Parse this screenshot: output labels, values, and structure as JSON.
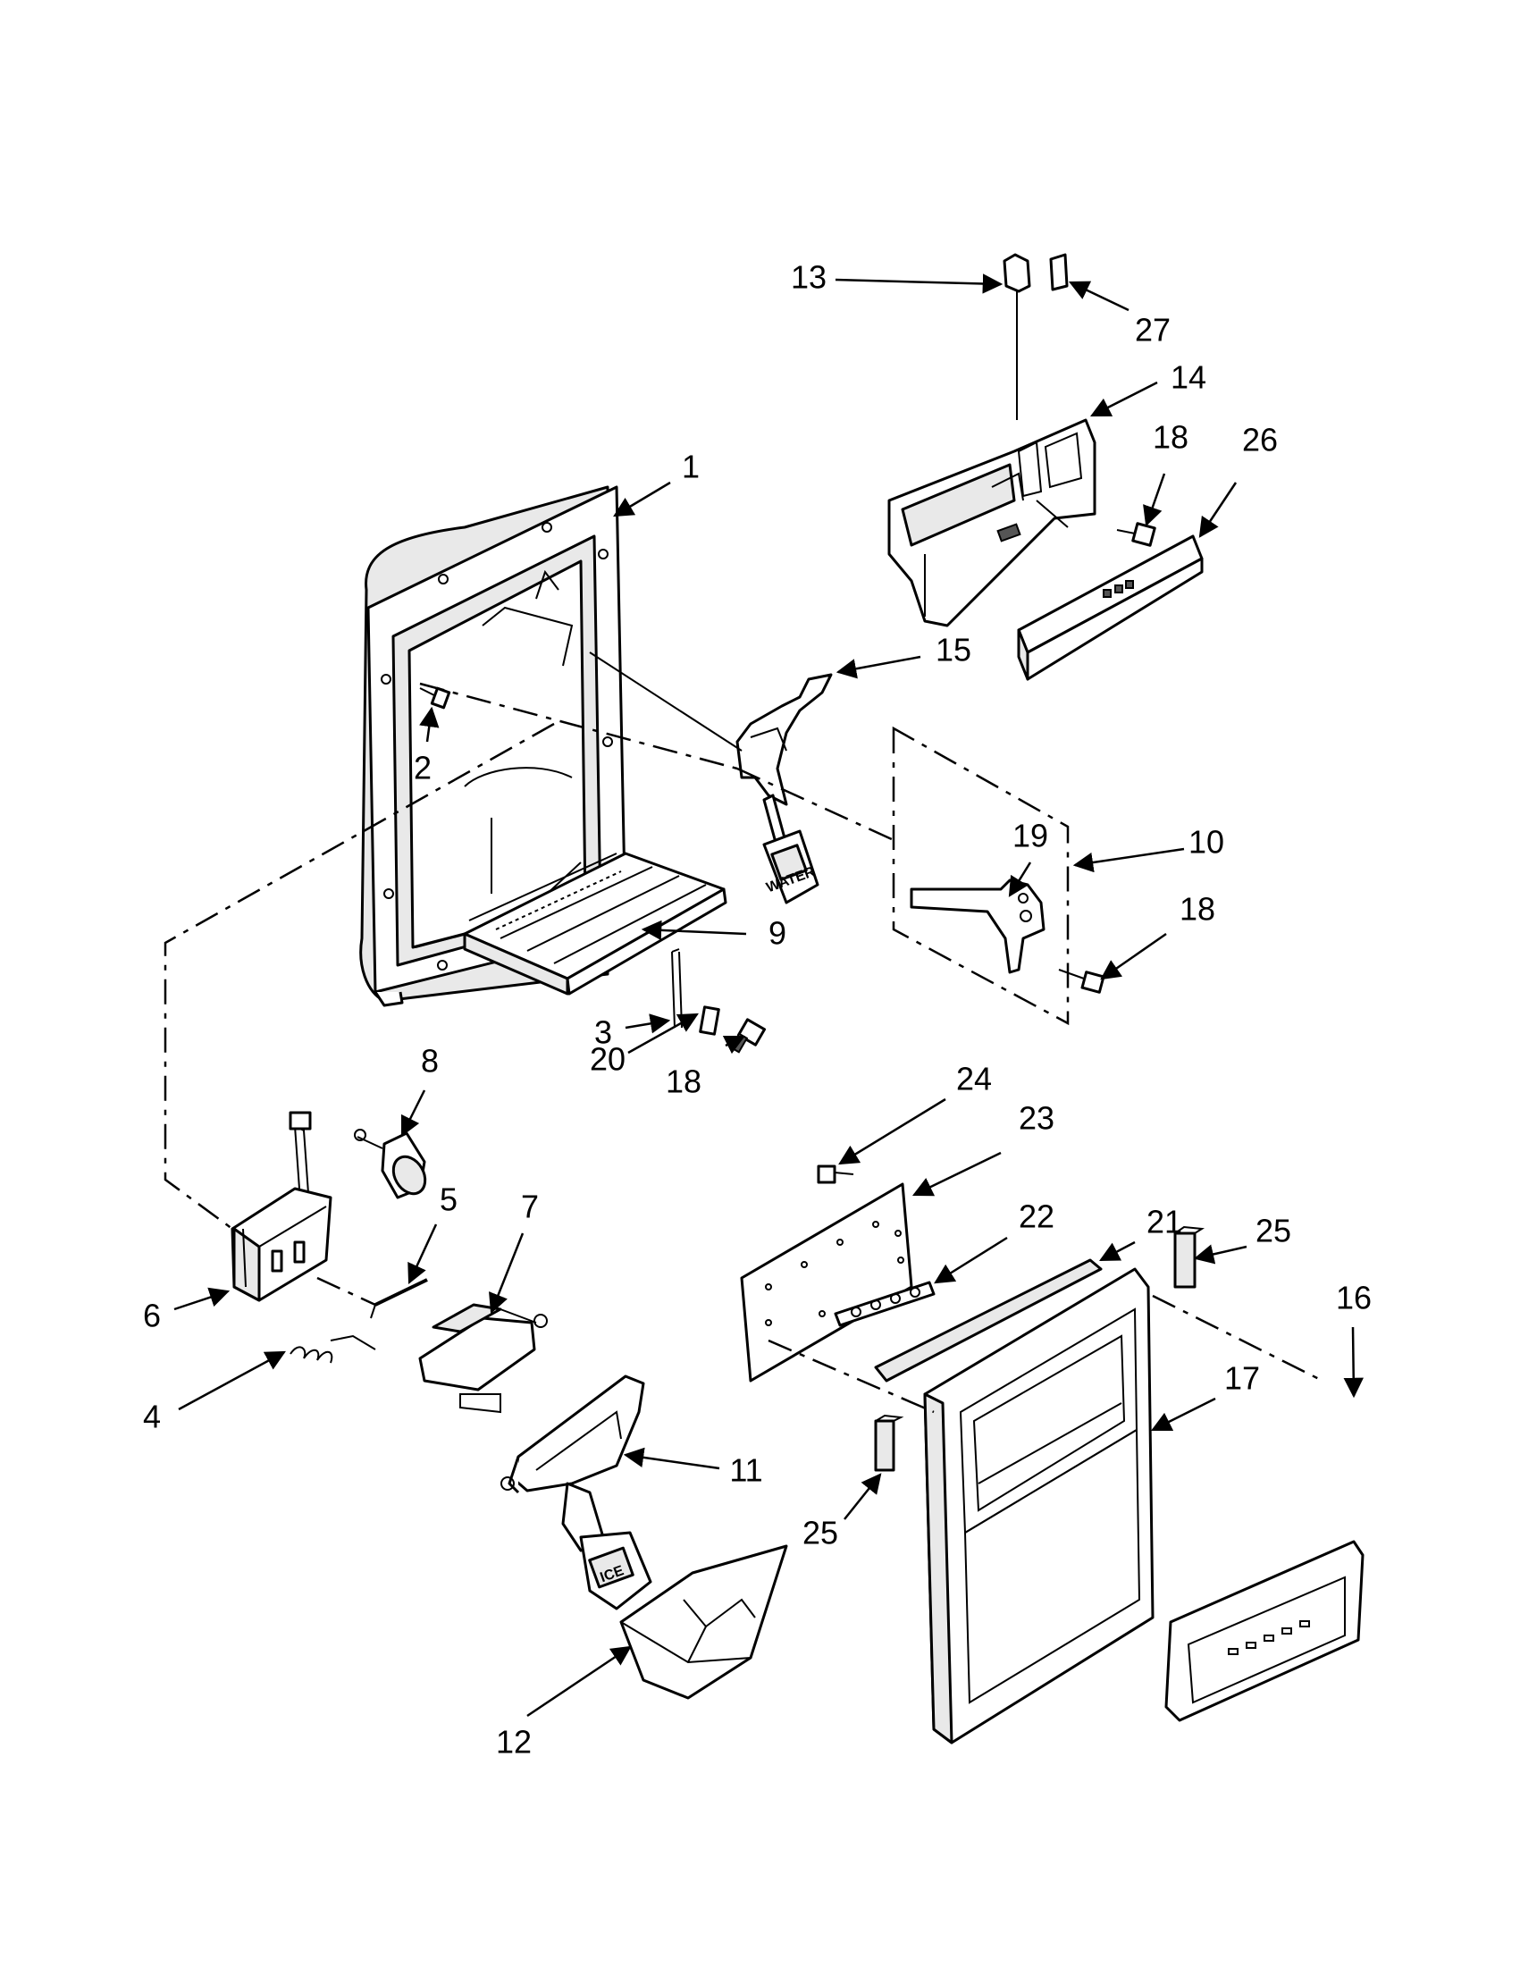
{
  "callouts": {
    "c1": "1",
    "c2": "2",
    "c3": "3",
    "c4": "4",
    "c5": "5",
    "c6": "6",
    "c7": "7",
    "c8": "8",
    "c9": "9",
    "c10": "10",
    "c11": "11",
    "c12": "12",
    "c13": "13",
    "c14": "14",
    "c15": "15",
    "c16": "16",
    "c17": "17",
    "c18a": "18",
    "c18b": "18",
    "c18c": "18",
    "c19": "19",
    "c20": "20",
    "c21": "21",
    "c22": "22",
    "c23": "23",
    "c24": "24",
    "c25a": "25",
    "c25b": "25",
    "c26": "26",
    "c27": "27"
  },
  "pad_labels": {
    "water": "WATER",
    "ice": "ICE"
  }
}
